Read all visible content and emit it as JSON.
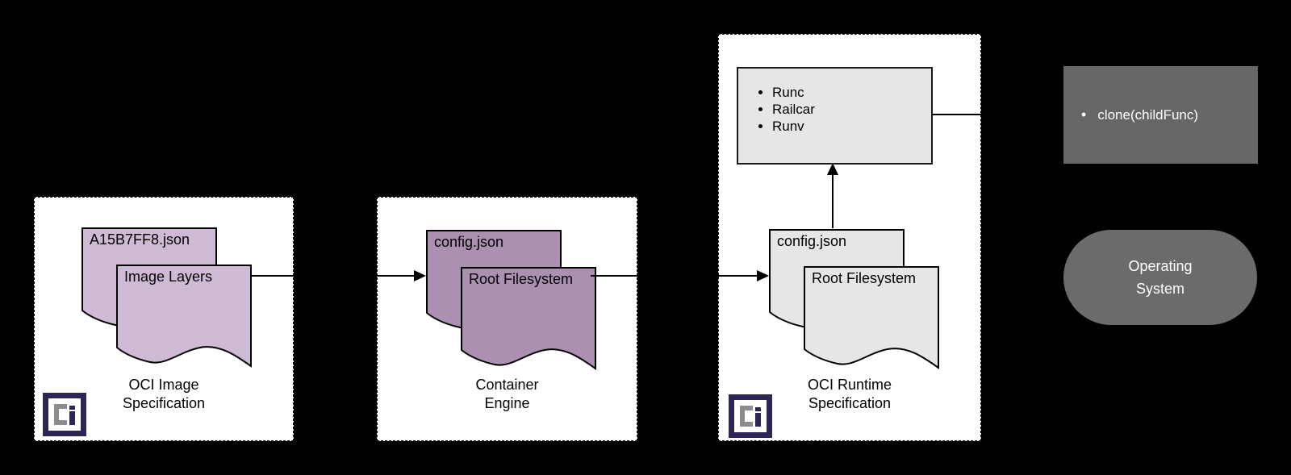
{
  "colors": {
    "canvas_bg": "#000000",
    "panel_bg": "#ffffff",
    "doc_purple_light": "#cebad4",
    "doc_purple_dark": "#ab90b2",
    "doc_gray": "#e6e6e6",
    "runtime_box_bg": "#e6e6e6",
    "clone_box_bg": "#666666",
    "os_bg": "#6b6b6b",
    "logo_navy": "#2b2654",
    "logo_gray": "#8c8c8c",
    "stroke": "#000000"
  },
  "panels": [
    {
      "caption_line1": "OCI Image",
      "caption_line2": "Specification",
      "doc_back_label": "A15B7FF8.json",
      "doc_front_label": "Image Layers"
    },
    {
      "caption_line1": "Container",
      "caption_line2": "Engine",
      "doc_back_label": "config.json",
      "doc_front_label": "Root Filesystem"
    },
    {
      "caption_line1": "OCI Runtime",
      "caption_line2": "Specification",
      "doc_back_label": "config.json",
      "doc_front_label": "Root Filesystem",
      "runtimes": [
        "Runc",
        "Railcar",
        "Runv"
      ]
    }
  ],
  "clone_box": {
    "bullet": "•",
    "label": "clone(childFunc)"
  },
  "os_shape": {
    "line1": "Operating",
    "line2": "System"
  }
}
